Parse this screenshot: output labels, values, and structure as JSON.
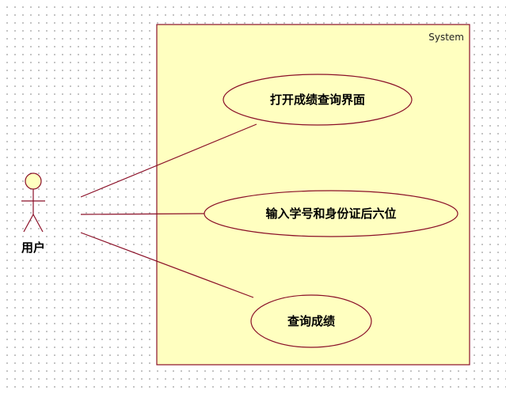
{
  "system": {
    "label": "System"
  },
  "actor": {
    "name": "用户"
  },
  "use_cases": [
    {
      "label": "打开成绩查询界面"
    },
    {
      "label": "输入学号和身份证后六位"
    },
    {
      "label": "查询成绩"
    }
  ],
  "associations": [
    {
      "from": "用户",
      "to": "打开成绩查询界面"
    },
    {
      "from": "用户",
      "to": "输入学号和身份证后六位"
    },
    {
      "from": "用户",
      "to": "查询成绩"
    }
  ],
  "colors": {
    "line": "#8a0f27",
    "fill": "#ffffc0",
    "grid_dot": "#b4b4b4"
  }
}
